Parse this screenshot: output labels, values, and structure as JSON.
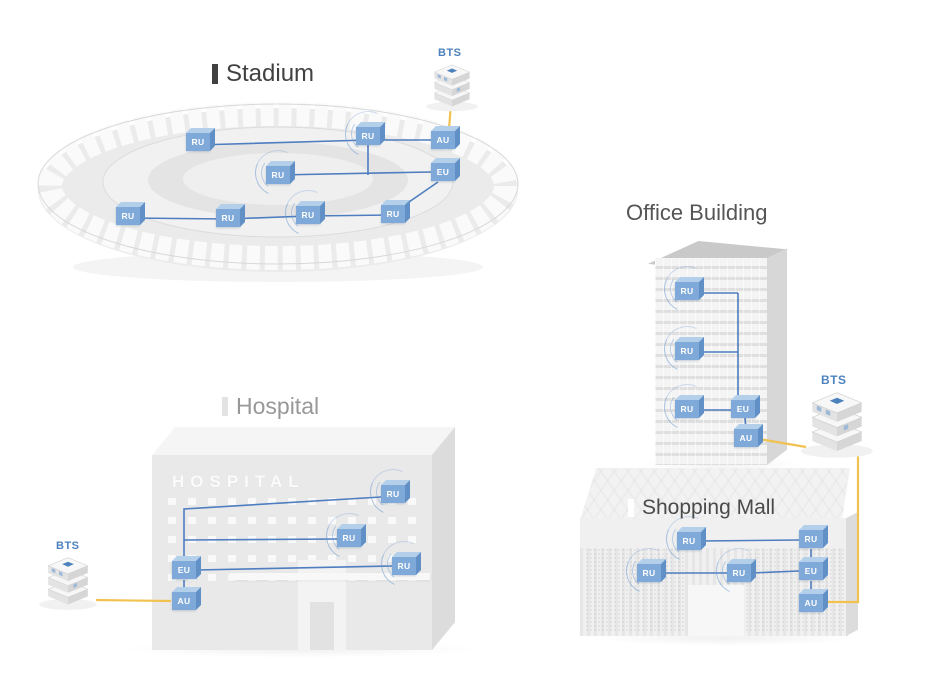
{
  "colors": {
    "accent_blue": "#4d82bd",
    "node_blue": "#7ea9d8",
    "line_blue": "#4e7dc0",
    "line_yellow": "#f1c24f",
    "title_dark": "#414141",
    "title_gray": "#989898"
  },
  "scenes": {
    "stadium": {
      "title": "Stadium",
      "bts": {
        "label": "BTS"
      },
      "nodes": [
        {
          "label": "RU"
        },
        {
          "label": "RU"
        },
        {
          "label": "RU"
        },
        {
          "label": "RU"
        },
        {
          "label": "RU"
        },
        {
          "label": "RU"
        },
        {
          "label": "RU"
        },
        {
          "label": "AU"
        },
        {
          "label": "EU"
        }
      ]
    },
    "hospital": {
      "title": "Hospital",
      "sign": "HOSPITAL",
      "bts": {
        "label": "BTS"
      },
      "nodes": [
        {
          "label": "RU"
        },
        {
          "label": "RU"
        },
        {
          "label": "RU"
        },
        {
          "label": "EU"
        },
        {
          "label": "AU"
        }
      ]
    },
    "office": {
      "title": "Office Building",
      "bts": {
        "label": "BTS"
      },
      "nodes": [
        {
          "label": "RU"
        },
        {
          "label": "RU"
        },
        {
          "label": "RU"
        },
        {
          "label": "EU"
        },
        {
          "label": "AU"
        }
      ]
    },
    "mall": {
      "title": "Shopping Mall",
      "nodes": [
        {
          "label": "RU"
        },
        {
          "label": "RU"
        },
        {
          "label": "RU"
        },
        {
          "label": "RU"
        },
        {
          "label": "EU"
        },
        {
          "label": "AU"
        }
      ]
    }
  }
}
